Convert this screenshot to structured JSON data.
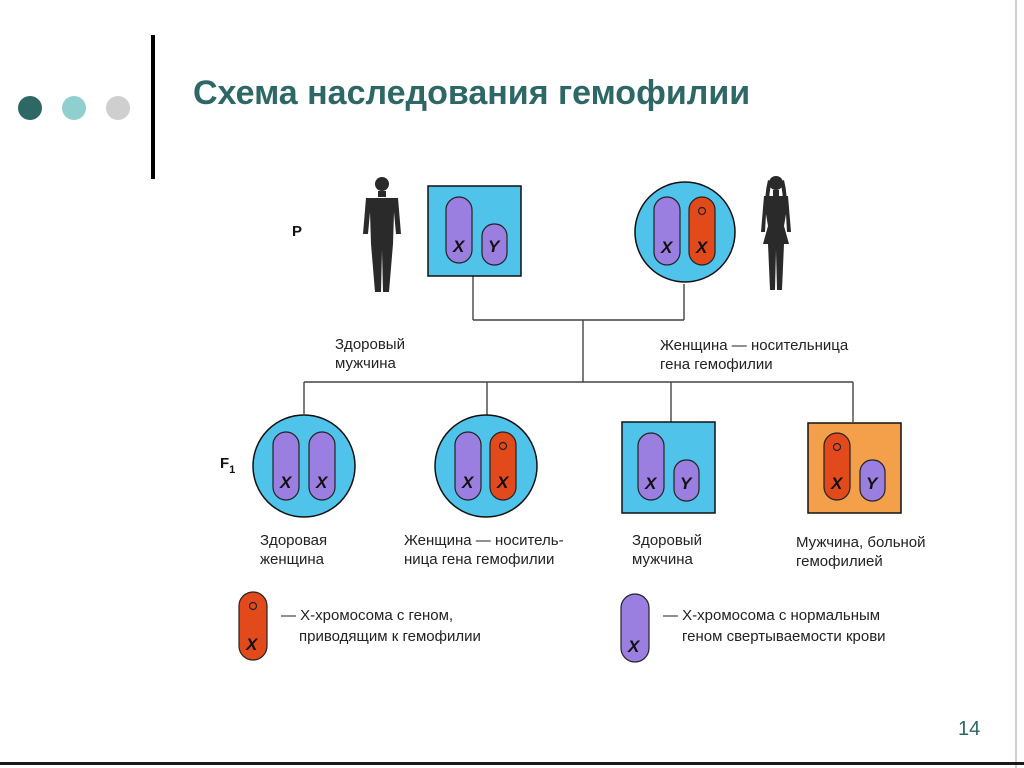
{
  "slide": {
    "title": "Схема наследования гемофилии",
    "page_number": "14",
    "dot_colors": [
      "#2d6766",
      "#8fcfcf",
      "#cfcfcf"
    ]
  },
  "generations": {
    "parents": "P",
    "f1": "F",
    "f1_sub": "1"
  },
  "chromosomes": {
    "x": "X",
    "y": "Y"
  },
  "labels": {
    "father": [
      "Здоровый",
      "мужчина"
    ],
    "mother": [
      "Женщина — носительница",
      "гена гемофилии"
    ],
    "child1": [
      "Здоровая",
      "женщина"
    ],
    "child2": [
      "Женщина — носитель-",
      "ница гена гемофилии"
    ],
    "child3": [
      "Здоровый",
      "мужчина"
    ],
    "child4": [
      "Мужчина, больной",
      "гемофилией"
    ]
  },
  "legend": {
    "mutant": [
      "— X-хромосома с геном,",
      "приводящим к гемофилии"
    ],
    "normal": [
      "— X-хромосома с нормальным",
      "геном свертываемости крови"
    ]
  },
  "colors": {
    "cell_blue": "#4fc3ea",
    "affected_orange": "#f4a04a",
    "normal_chromosome": "#9b7fe0",
    "mutant_chromosome": "#e24a1c"
  }
}
